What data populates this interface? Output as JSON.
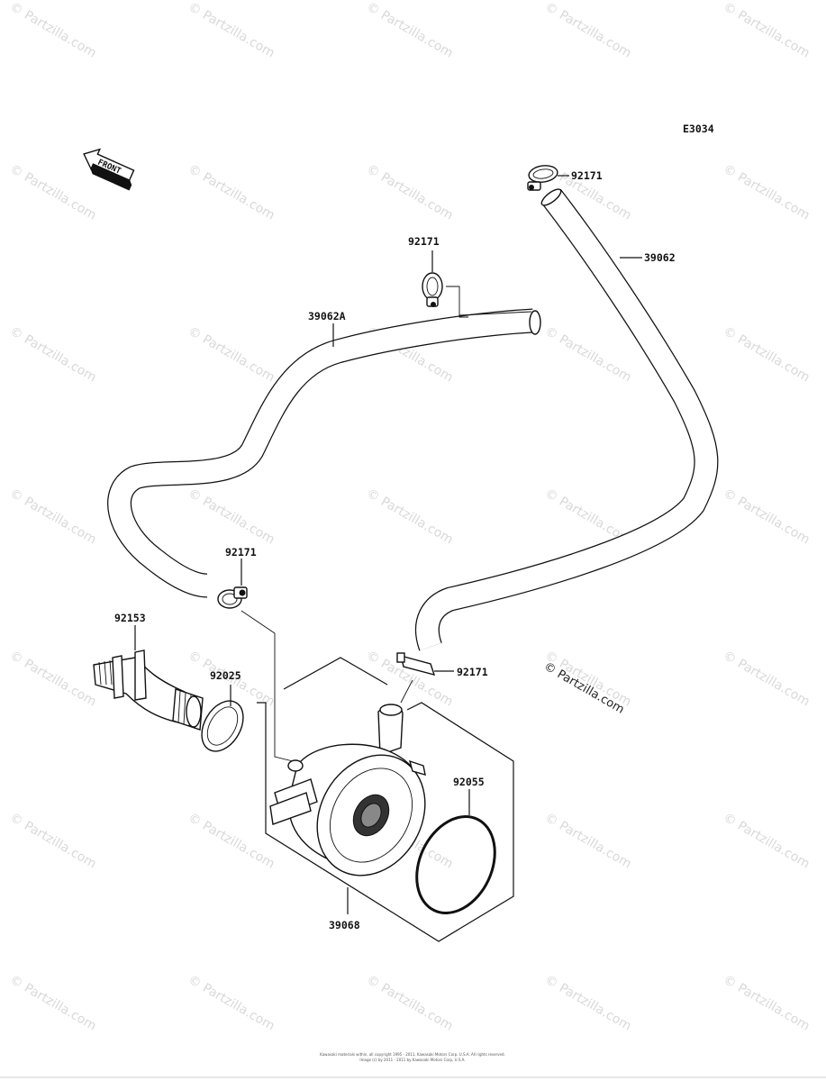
{
  "diagram": {
    "code": "E3034",
    "front_label": "FRONT",
    "copyright_mark": "© Partzilla.com",
    "watermark": "© Partzilla.com",
    "footer_line1": "Kawasaki materials within, all copyright 1995 - 2011, Kawasaki Motors Corp, U.S.A. All rights reserved.",
    "footer_line2": "Image (c) by 2011 - 2011 by Kawasaki Motors Corp, U.S.A."
  },
  "parts": {
    "clamp_top_right": "92171",
    "hose_right": "39062",
    "clamp_top_mid": "92171",
    "hose_left": "39062A",
    "clamp_left": "92171",
    "fitting": "92153",
    "gasket": "92025",
    "clamp_lower_right": "92171",
    "oring": "92055",
    "oil_cooler": "39068"
  }
}
